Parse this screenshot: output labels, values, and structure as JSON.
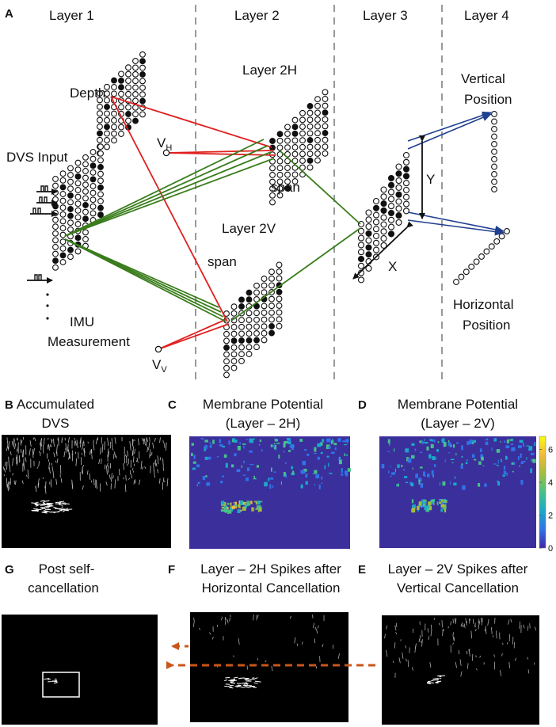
{
  "panel_letters": {
    "A": "A",
    "B": "B",
    "C": "C",
    "D": "D",
    "E": "E",
    "F": "F",
    "G": "G"
  },
  "diagram": {
    "layers": {
      "layer1": "Layer 1",
      "layer2": "Layer 2",
      "layer3": "Layer 3",
      "layer4": "Layer 4"
    },
    "depth": "Depth",
    "dvs_input": "DVS Input",
    "imu_line1": "IMU",
    "imu_line2": "Measurement",
    "layer_2h": "Layer 2H",
    "layer_2v": "Layer 2V",
    "span_h": "span",
    "span_v": "span",
    "vh_base": "V",
    "vh_sub": "H",
    "vv_base": "V",
    "vv_sub": "V",
    "x_label": "X",
    "y_label": "Y",
    "vertical_line1": "Vertical",
    "vertical_line2": "Position",
    "horizontal_line1": "Horizontal",
    "horizontal_line2": "Position",
    "colors": {
      "red": "#e02020",
      "green": "#3a7d1c",
      "blue": "#1f3f8f",
      "divider": "#999999",
      "arrow_orange": "#c8561a",
      "heat_bg": "#3b2f9c"
    }
  },
  "panels": {
    "B": {
      "title1": "Accumulated",
      "title2": "DVS"
    },
    "C": {
      "title1": "Membrane Potential",
      "title2": "(Layer – 2H)"
    },
    "D": {
      "title1": "Membrane Potential",
      "title2": "(Layer – 2V)"
    },
    "E": {
      "title1": "Layer – 2V Spikes after",
      "title2": "Vertical Cancellation"
    },
    "F": {
      "title1": "Layer – 2H Spikes after",
      "title2": "Horizontal Cancellation"
    },
    "G": {
      "title1": "Post self-",
      "title2": "cancellation"
    }
  },
  "colorbar": {
    "ticks": [
      "6",
      "4",
      "2",
      "0"
    ],
    "tick_values": [
      6,
      4,
      2,
      0
    ],
    "range": [
      0,
      6.8
    ],
    "stops": [
      "#3e26a8",
      "#2f74e8",
      "#1aa9c8",
      "#46c189",
      "#a2bd3c",
      "#f1b93b",
      "#f9fb0e"
    ]
  }
}
